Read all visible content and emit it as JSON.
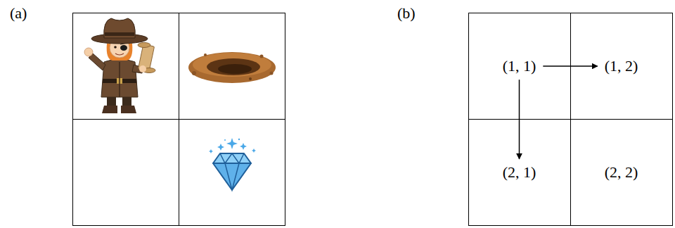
{
  "diagram": {
    "nodes": [
      {
        "text": [
          "(1, 1)"
        ]
      },
      {
        "text": [
          "(1, 2)"
        ]
      },
      {
        "text": [
          "(2, 1)"
        ]
      },
      {
        "text": [
          "(2, 2)"
        ]
      }
    ],
    "edges": [
      {
        "from": 0,
        "to": 1,
        "arrow": "to"
      },
      {
        "from": 0,
        "to": 2,
        "arrow": "to"
      }
    ],
    "labels": [
      "(a)",
      "(b)"
    ]
  }
}
